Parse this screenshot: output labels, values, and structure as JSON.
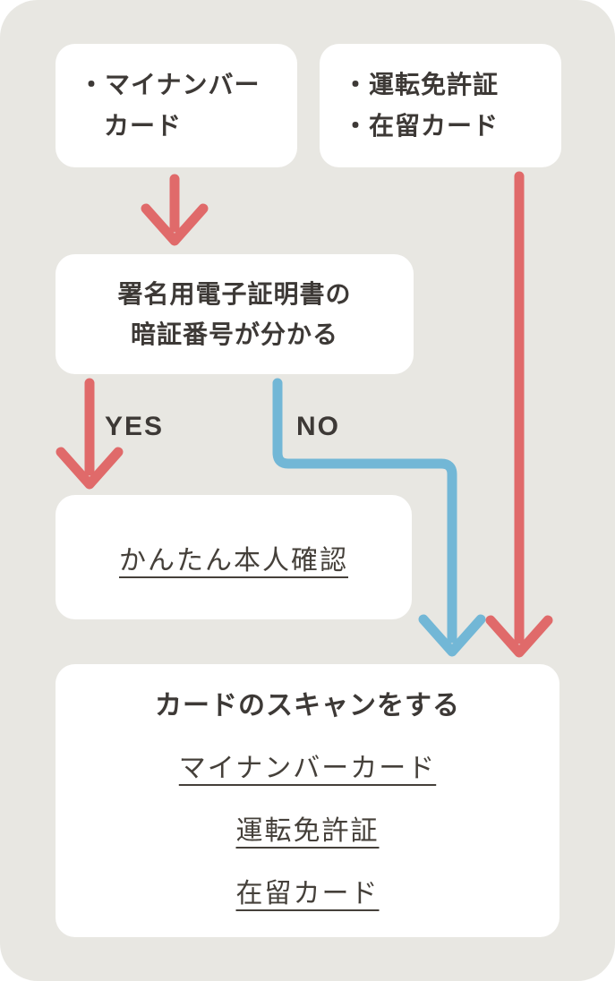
{
  "colors": {
    "background": "#e8e7e2",
    "box": "#ffffff",
    "red_arrow": "#e06a6a",
    "blue_arrow": "#72b7d6",
    "text": "#3d3936",
    "link": "#45403a"
  },
  "boxes": {
    "mynumber": {
      "lines": [
        "・マイナンバー",
        "カード"
      ]
    },
    "licenses": {
      "lines": [
        "・運転免許証",
        "・在留カード"
      ]
    },
    "pin": {
      "lines": [
        "署名用電子証明書の",
        "暗証番号が分かる"
      ]
    },
    "kantan": {
      "link": "かんたん本人確認"
    },
    "scan": {
      "title": "カードのスキャンをする",
      "links": [
        "マイナンバーカード",
        "運転免許証",
        "在留カード"
      ]
    }
  },
  "labels": {
    "yes": "YES",
    "no": "NO"
  }
}
